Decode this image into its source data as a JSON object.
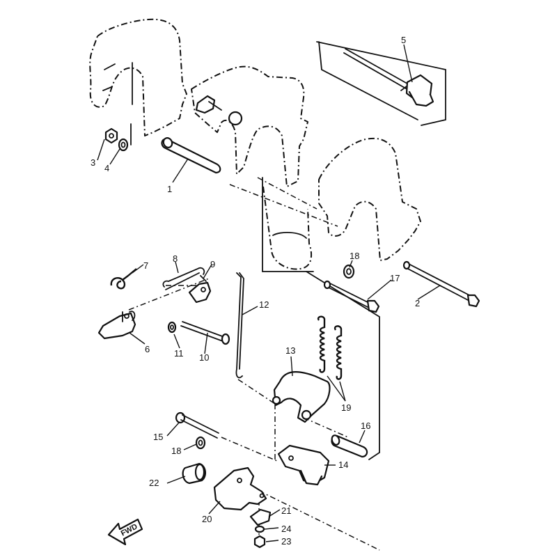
{
  "diagram": {
    "callouts": [
      "1",
      "2",
      "3",
      "4",
      "5",
      "6",
      "7",
      "8",
      "9",
      "10",
      "11",
      "12",
      "13",
      "14",
      "15",
      "16",
      "17",
      "18",
      "18",
      "19",
      "20",
      "21",
      "22",
      "23",
      "24"
    ],
    "direction_label": "FWD"
  }
}
